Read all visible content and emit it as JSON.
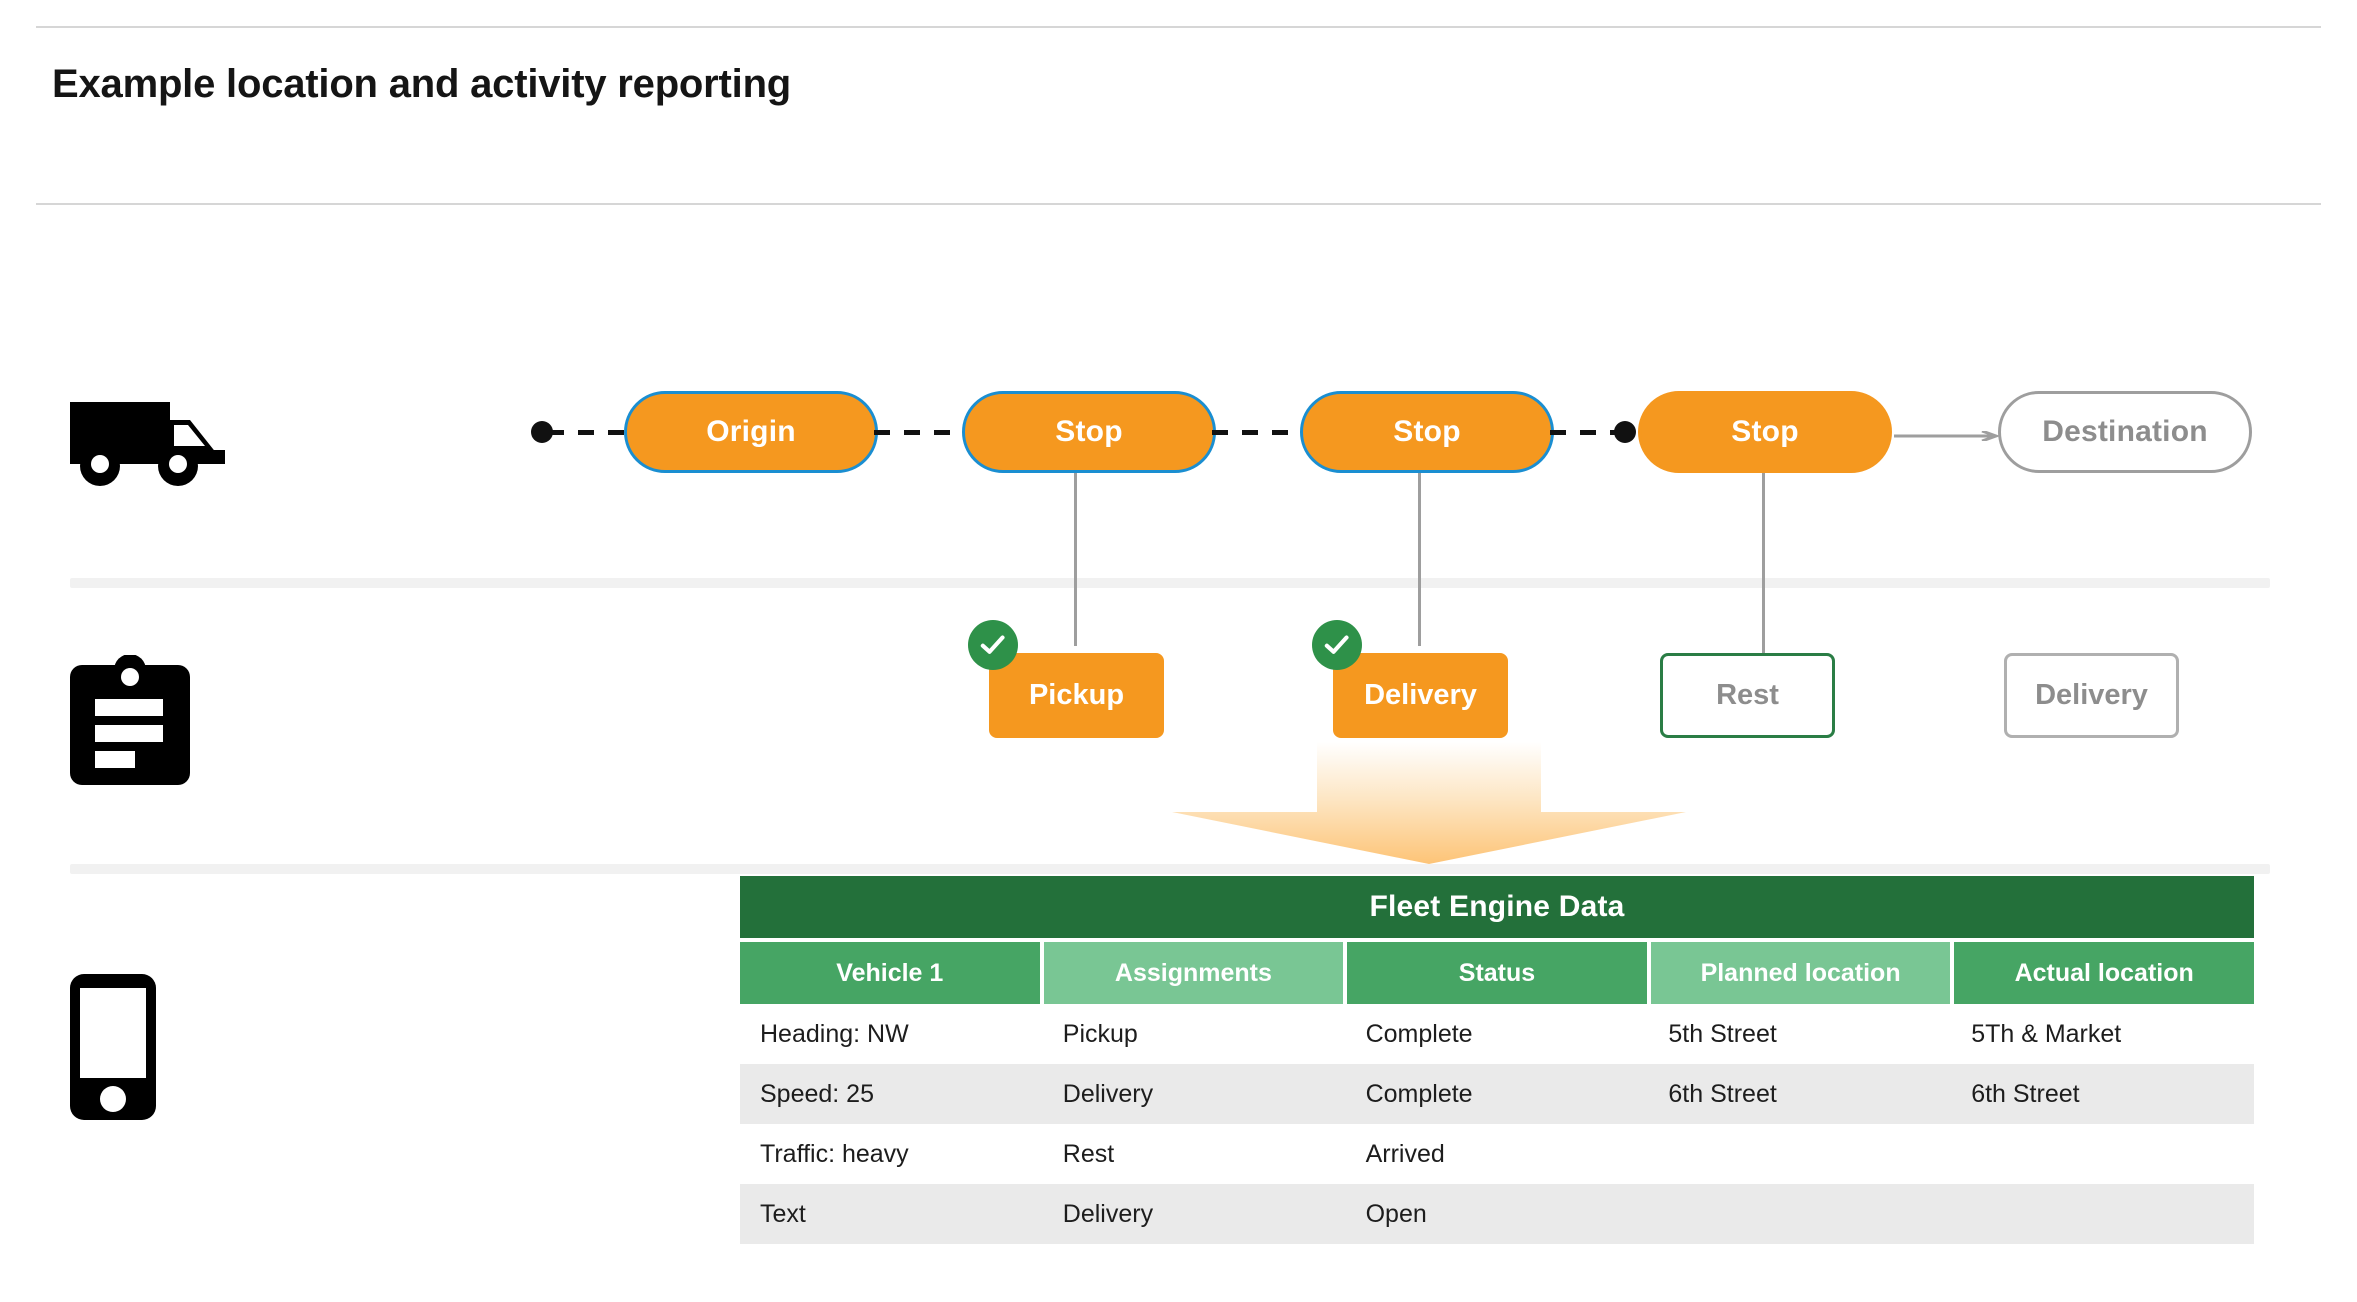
{
  "page": {
    "title": "Example location and activity reporting"
  },
  "icons": {
    "truck": "truck-icon",
    "clipboard": "clipboard-icon",
    "phone": "phone-icon",
    "check": "check-icon",
    "arrow_right": "arrow-right-icon",
    "arrow_down": "arrow-down-icon"
  },
  "colors": {
    "orange": "#f5981f",
    "blue_border": "#1a8ed1",
    "green_check": "#2e9149",
    "green_dark": "#23703a",
    "green_mid": "#46a564",
    "green_light": "#79c694",
    "gray_border": "#9e9e9e",
    "gray_text": "#8d8d8d",
    "zebra": "#eaeaea"
  },
  "route": {
    "stops": [
      {
        "label": "Origin",
        "state": "visited"
      },
      {
        "label": "Stop",
        "state": "visited"
      },
      {
        "label": "Stop",
        "state": "visited"
      },
      {
        "label": "Stop",
        "state": "current"
      },
      {
        "label": "Destination",
        "state": "pending"
      }
    ]
  },
  "activities": [
    {
      "label": "Pickup",
      "state": "complete",
      "has_check": true
    },
    {
      "label": "Delivery",
      "state": "complete",
      "has_check": true
    },
    {
      "label": "Rest",
      "state": "arrived",
      "has_check": false
    },
    {
      "label": "Delivery",
      "state": "open",
      "has_check": false
    }
  ],
  "table": {
    "title": "Fleet Engine Data",
    "columns": [
      "Vehicle 1",
      "Assignments",
      "Status",
      "Planned location",
      "Actual location"
    ],
    "rows": [
      [
        "Heading: NW",
        "Pickup",
        "Complete",
        "5th Street",
        "5Th & Market"
      ],
      [
        "Speed: 25",
        "Delivery",
        "Complete",
        "6th Street",
        "6th Street"
      ],
      [
        "Traffic: heavy",
        "Rest",
        "Arrived",
        "",
        ""
      ],
      [
        "Text",
        "Delivery",
        "Open",
        "",
        ""
      ]
    ]
  }
}
